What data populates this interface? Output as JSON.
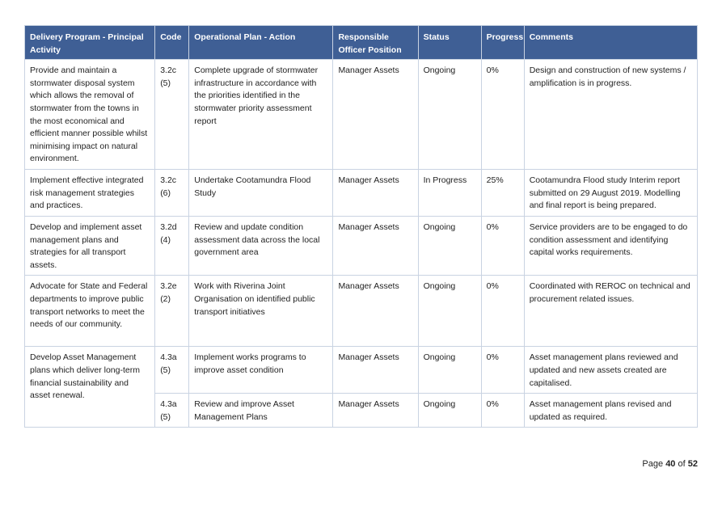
{
  "table": {
    "headers": [
      "Delivery Program - Principal Activity",
      "Code",
      "Operational Plan - Action",
      "Responsible Officer Position",
      "Status",
      "Progress",
      "Comments"
    ],
    "rows": [
      {
        "activity": "Provide and maintain a stormwater disposal system which allows the removal of stormwater from the towns in the most economical and efficient manner possible whilst minimising impact on natural environment.",
        "code": "3.2c (5)",
        "action": "Complete upgrade of stormwater infrastructure in accordance with the priorities identified in the stormwater priority assessment report",
        "officer": "Manager Assets",
        "status": "Ongoing",
        "progress": "0%",
        "comments": "Design and construction of new systems / amplification is in progress."
      },
      {
        "activity": "Implement effective integrated risk management strategies and practices.",
        "code": "3.2c (6)",
        "action": "Undertake Cootamundra Flood Study",
        "officer": "Manager Assets",
        "status": "In Progress",
        "progress": "25%",
        "comments": "Cootamundra Flood study Interim report submitted on 29 August 2019. Modelling and final report is being prepared."
      },
      {
        "activity": "Develop and implement asset management plans and strategies for all transport assets.",
        "code": "3.2d (4)",
        "action": "Review and update condition assessment data across the local government area",
        "officer": "Manager Assets",
        "status": "Ongoing",
        "progress": "0%",
        "comments": "Service providers are to be engaged to do condition assessment and identifying capital works requirements."
      },
      {
        "activity": "Advocate for State and Federal departments to improve public transport networks to meet the needs of our community.",
        "code": "3.2e (2)",
        "action": "Work with Riverina Joint Organisation on identified public transport initiatives",
        "officer": "Manager Assets",
        "status": "Ongoing",
        "progress": "0%",
        "comments": "Coordinated with REROC on technical and procurement related issues."
      },
      {
        "activity": "Develop Asset Management plans which deliver long-term financial sustainability and asset renewal.",
        "code": "4.3a (5)",
        "action": "Implement works programs to improve asset condition",
        "officer": "Manager Assets",
        "status": "Ongoing",
        "progress": "0%",
        "comments": "Asset management plans reviewed and updated and new assets created are capitalised."
      },
      {
        "code": "4.3a (5)",
        "action": "Review and improve Asset Management Plans",
        "officer": "Manager Assets",
        "status": "Ongoing",
        "progress": "0%",
        "comments": "Asset management plans revised and updated as required."
      }
    ]
  },
  "footer": {
    "page_label": "Page",
    "page_number": "40",
    "of_label": "of",
    "total_pages": "52"
  }
}
